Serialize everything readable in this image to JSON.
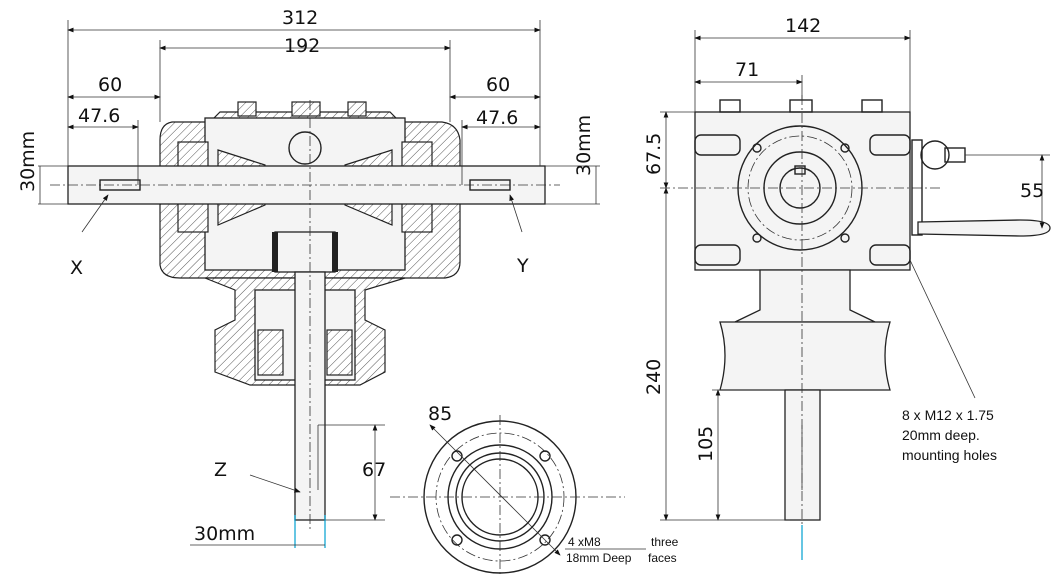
{
  "front_view": {
    "dims": {
      "overall": "312",
      "housing": "192",
      "left_60": "60",
      "right_60": "60",
      "left_47": "47.6",
      "right_47": "47.6",
      "left_30mm": "30mm",
      "right_30mm": "30mm",
      "z_67": "67",
      "z_30mm": "30mm"
    },
    "shafts": {
      "x": "X",
      "y": "Y",
      "z": "Z"
    }
  },
  "flange_view": {
    "dims": {
      "diameter": "85"
    },
    "note": {
      "line1": "4 xM8",
      "line2": "18mm Deep",
      "line3": "three",
      "line4": "faces"
    }
  },
  "side_view": {
    "dims": {
      "width": "142",
      "half_width": "71",
      "height_top": "67.5",
      "height_total": "240",
      "shaft_len": "105",
      "handle": "55"
    },
    "note": {
      "line1": "8 x M12 x 1.75",
      "line2": "20mm deep.",
      "line3": "mounting holes"
    }
  },
  "colors": {
    "line": "#222222",
    "accent": "#00a0d0"
  }
}
